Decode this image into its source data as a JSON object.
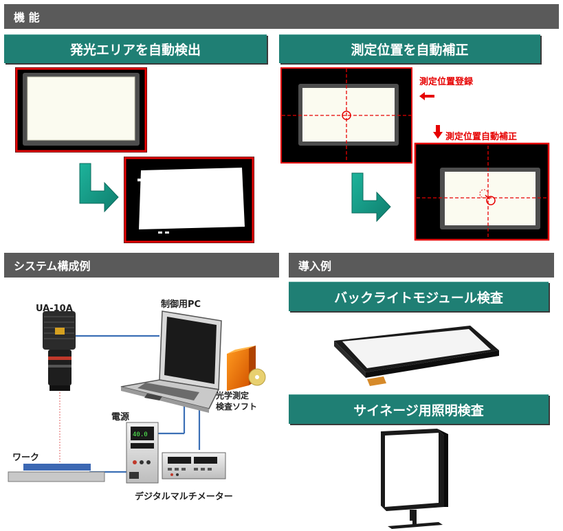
{
  "sections": {
    "features": "機  能",
    "system": "システム構成例",
    "examples": "導入例"
  },
  "features": {
    "auto_detect_title": "発光エリアを自動検出",
    "auto_correct_title": "測定位置を自動補正",
    "register_label": "測定位置登録",
    "correct_label": "測定位置自動補正"
  },
  "system": {
    "camera_label": "UA-10A",
    "pc_label": "制御用PC",
    "software_label_line1": "光学測定",
    "software_label_line2": "検査ソフト",
    "power_label": "電源",
    "work_label": "ワーク",
    "multimeter_label": "デジタルマルチメーター"
  },
  "examples": {
    "backlight_title": "バックライトモジュール検査",
    "signage_title": "サイネージ用照明検査"
  },
  "colors": {
    "section_bar": "#5a5a5a",
    "title_bar": "#1f7f74",
    "arrow": "#14a08a",
    "highlight_red": "#e60000",
    "cable_blue": "#3b6fb5"
  }
}
